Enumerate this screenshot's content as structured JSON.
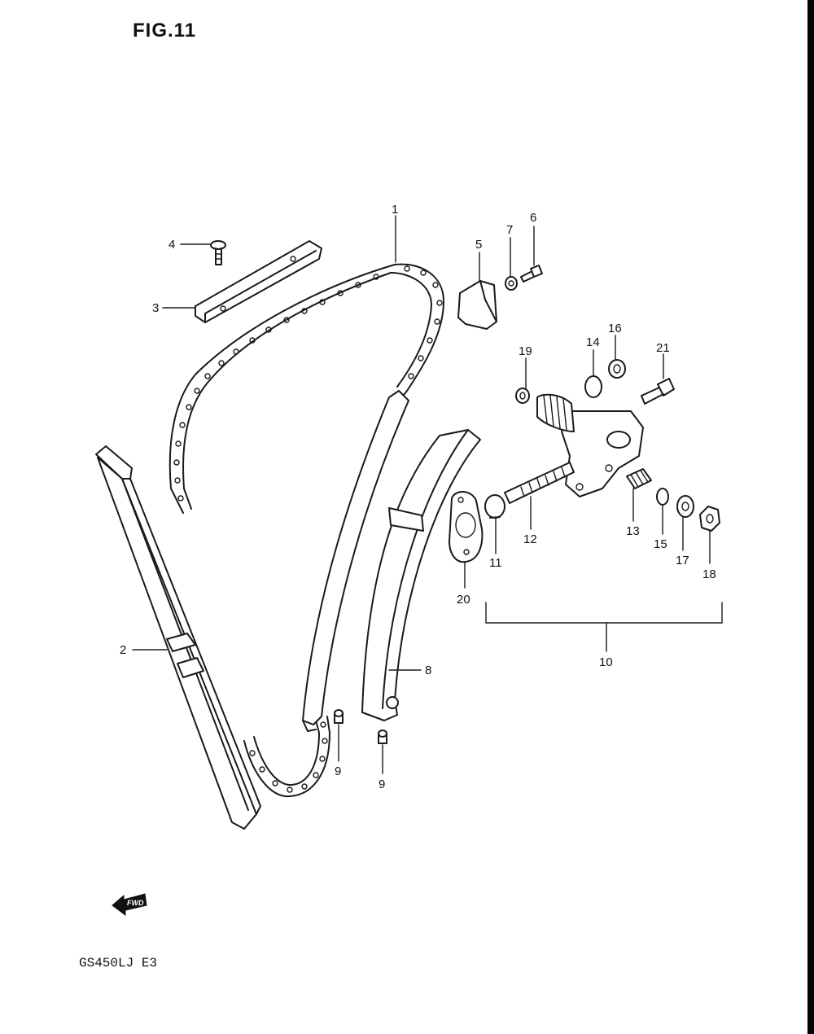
{
  "figure_title": "FIG.11",
  "model_code": "GS450LJ E3",
  "direction_badge": "FWD",
  "callouts": {
    "n1": "1",
    "n2": "2",
    "n3": "3",
    "n4": "4",
    "n5": "5",
    "n6": "6",
    "n7": "7",
    "n8": "8",
    "n9a": "9",
    "n9b": "9",
    "n10": "10",
    "n11": "11",
    "n12": "12",
    "n13": "13",
    "n14": "14",
    "n15": "15",
    "n16": "16",
    "n17": "17",
    "n18": "18",
    "n19": "19",
    "n20": "20",
    "n21": "21"
  },
  "colors": {
    "ink": "#1a1a1a",
    "paper": "#ffffff",
    "edge_bar": "#000000"
  }
}
